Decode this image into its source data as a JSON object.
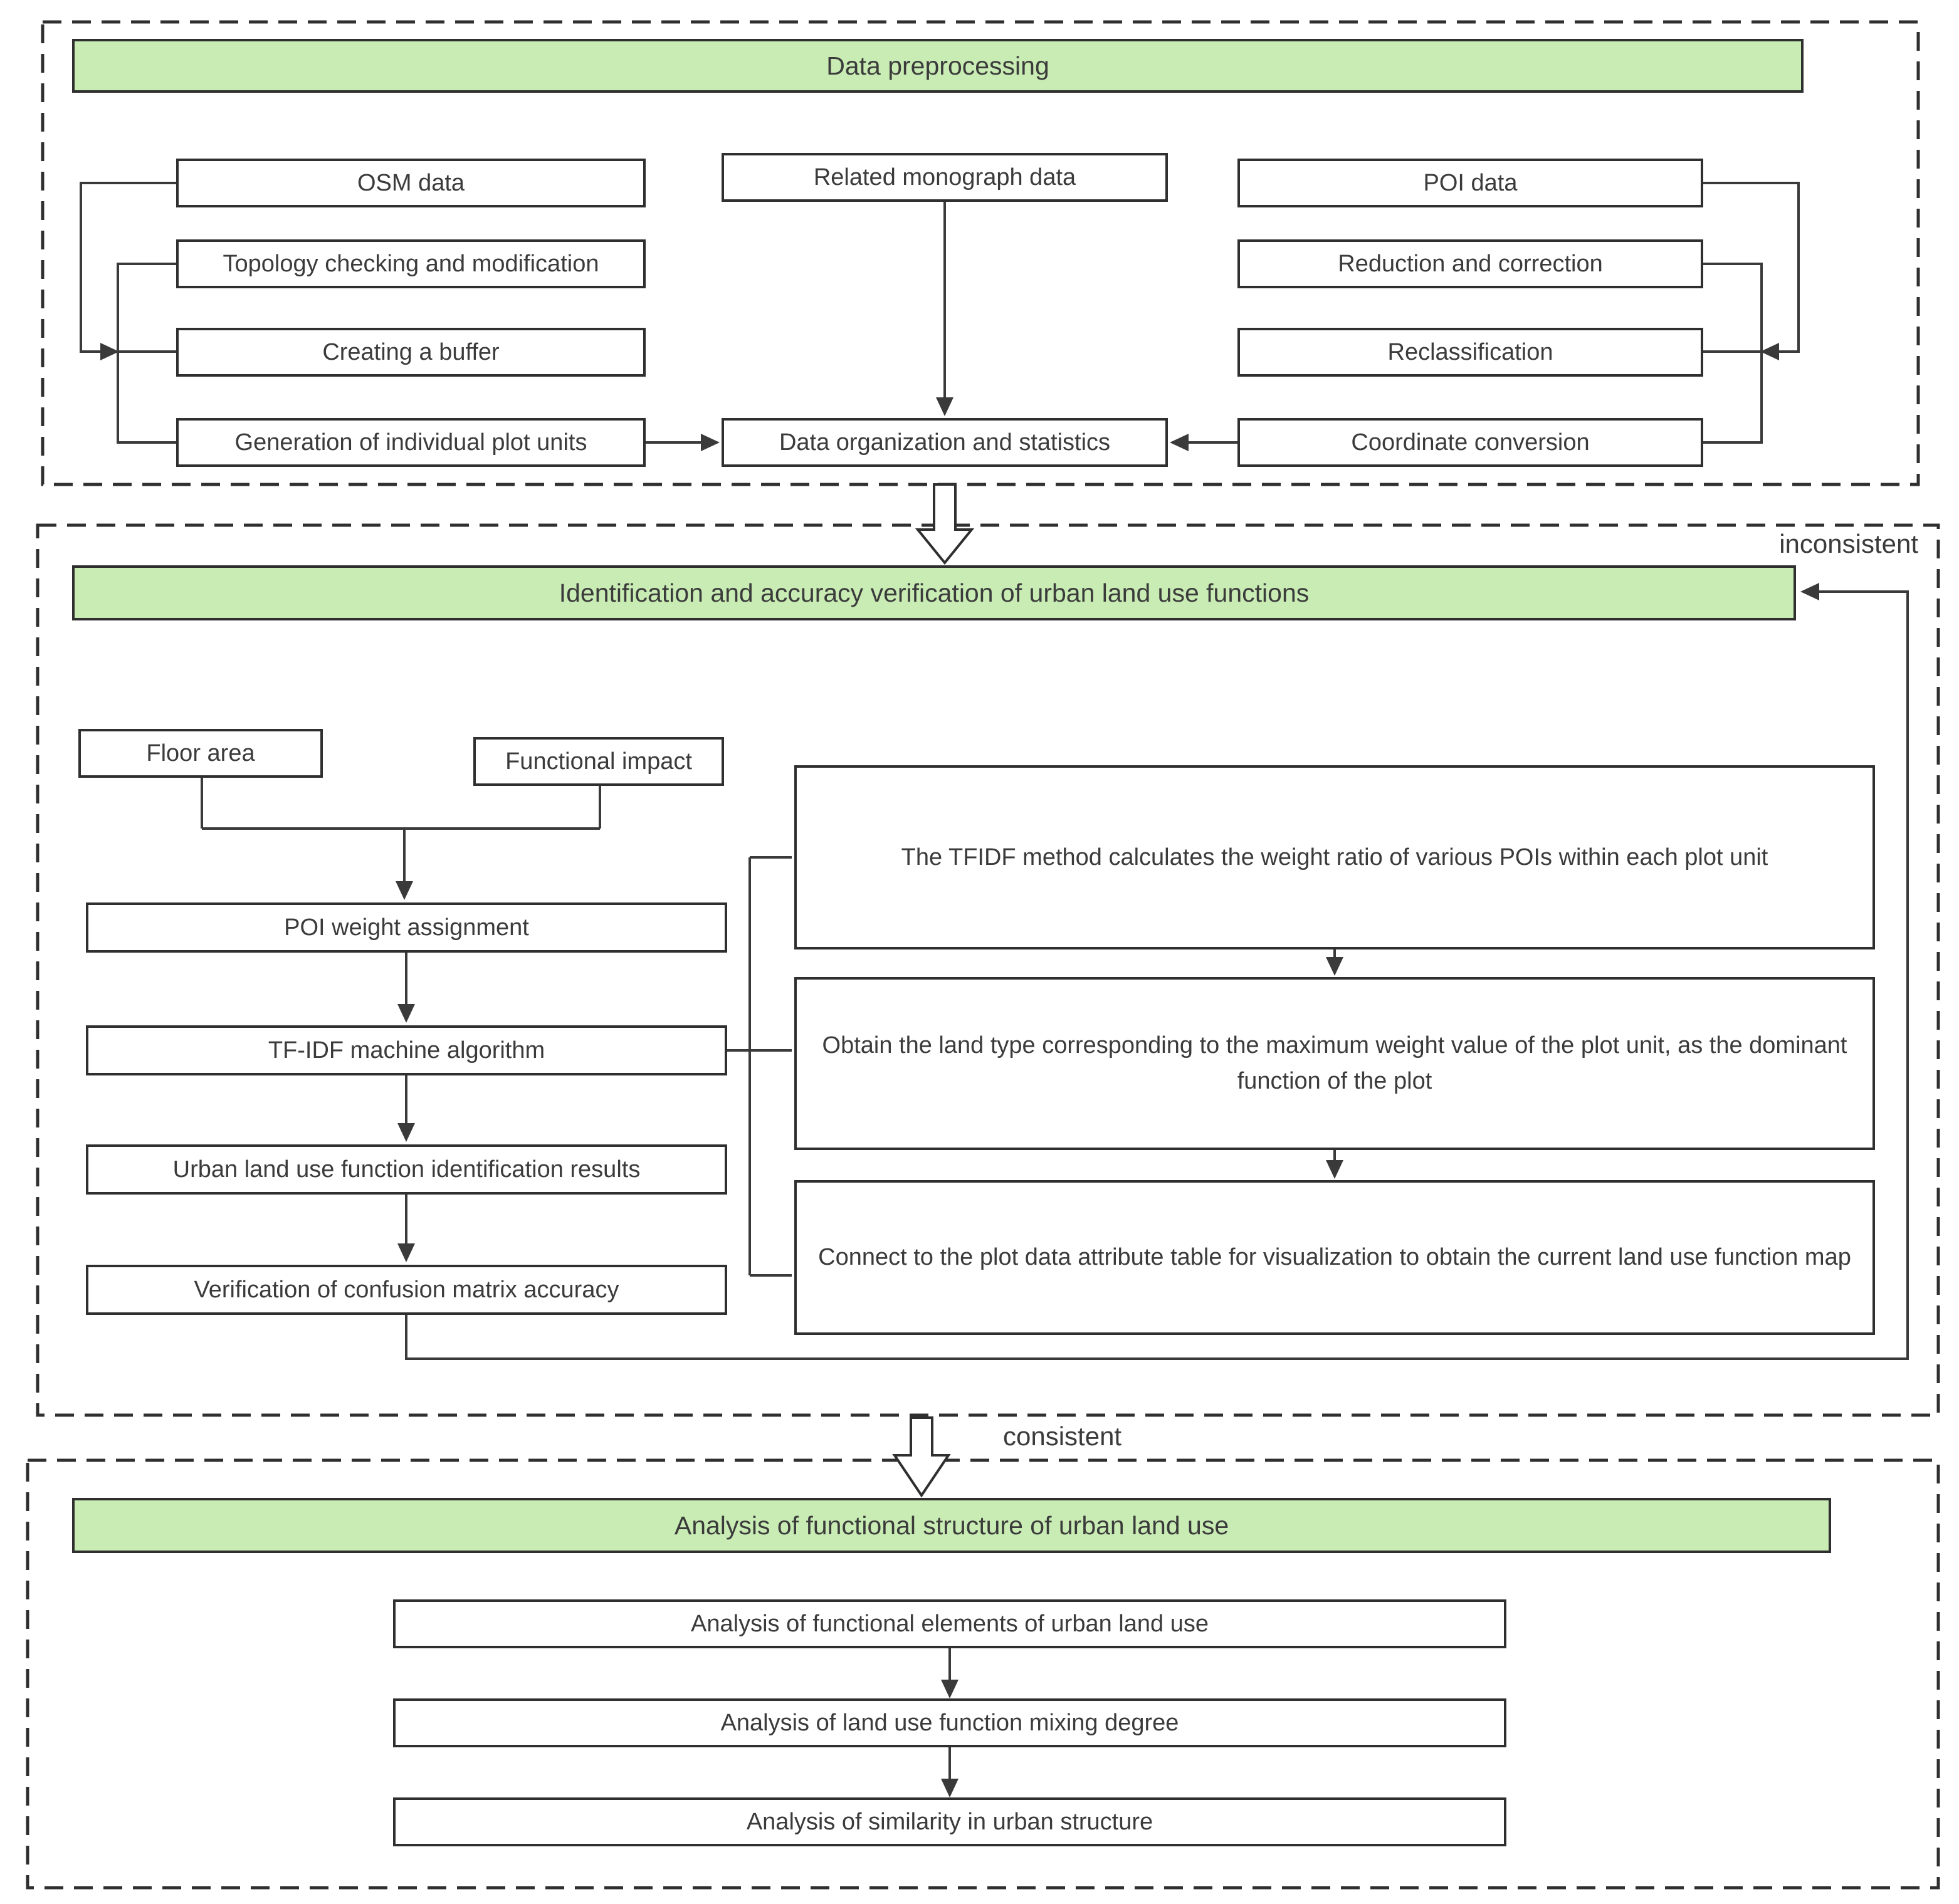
{
  "diagram": {
    "preprocessing": {
      "title": "Data preprocessing",
      "osm_chain": [
        "OSM data",
        "Topology checking and modification",
        "Creating a buffer",
        "Generation of individual plot units"
      ],
      "monograph": "Related monograph data",
      "organization": "Data organization and statistics",
      "poi_chain": [
        "POI data",
        "Reduction and correction",
        "Reclassification",
        "Coordinate conversion"
      ]
    },
    "identification": {
      "title": "Identification and accuracy verification of urban land use functions",
      "inconsistent_label": "inconsistent",
      "floor_area": "Floor area",
      "functional_impact": "Functional impact",
      "chain": [
        "POI weight assignment",
        "TF-IDF machine algorithm",
        "Urban land use function identification results",
        "Verification of confusion matrix accuracy"
      ],
      "steps": [
        "The TFIDF method calculates the weight ratio of various POIs within each plot unit",
        "Obtain the land type corresponding to the maximum weight value of the plot unit, as the dominant function of the plot",
        "Connect to the plot data attribute table for visualization to obtain the current land use function map"
      ]
    },
    "analysis": {
      "title": "Analysis of functional structure of urban land use",
      "consistent_label": "consistent",
      "steps": [
        "Analysis of functional elements of urban land use",
        "Analysis of land use function mixing degree",
        "Analysis of similarity in urban structure"
      ]
    },
    "colors": {
      "header_fill": "#c8ecb4",
      "box_border": "#2f2f2f",
      "line": "#3a3a3a",
      "text": "#3b3b3b"
    }
  }
}
